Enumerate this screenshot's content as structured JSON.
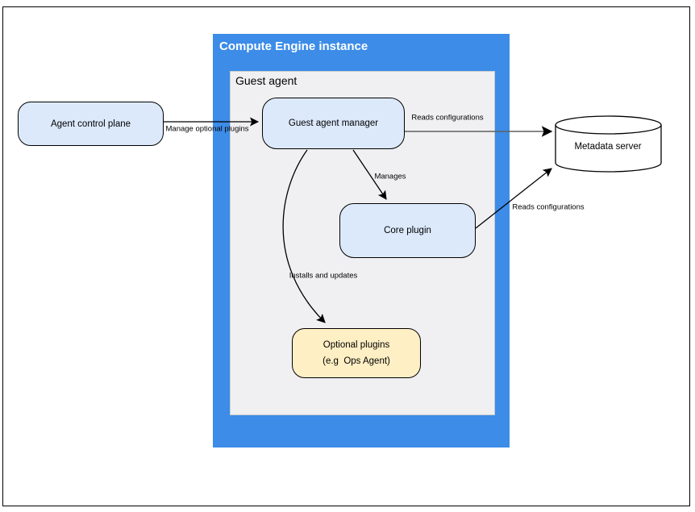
{
  "diagram": {
    "containers": {
      "compute_engine_title": "Compute Engine instance",
      "guest_agent_title": "Guest agent"
    },
    "nodes": {
      "agent_control_plane": "Agent control plane",
      "guest_agent_manager": "Guest agent manager",
      "core_plugin": "Core plugin",
      "optional_plugins_line1": "Optional plugins",
      "optional_plugins_line2": "(e.g  Ops Agent)",
      "metadata_server": "Metadata server"
    },
    "edges": {
      "manage_optional_plugins": "Manage optional plugins",
      "reads_configurations_manager": "Reads configurations",
      "manages": "Manages",
      "installs_and_updates": "Installs and updates",
      "reads_configurations_core": "Reads configurations"
    },
    "colors": {
      "compute_engine_blue": "#3C8CE8",
      "guest_agent_gray": "#F0F0F2",
      "node_fill_blue": "#DCE9FB",
      "node_fill_yellow": "#FFEFC4",
      "gray_connector": "#616161",
      "stroke": "#000000",
      "title_text": "#FFFFFF"
    }
  }
}
